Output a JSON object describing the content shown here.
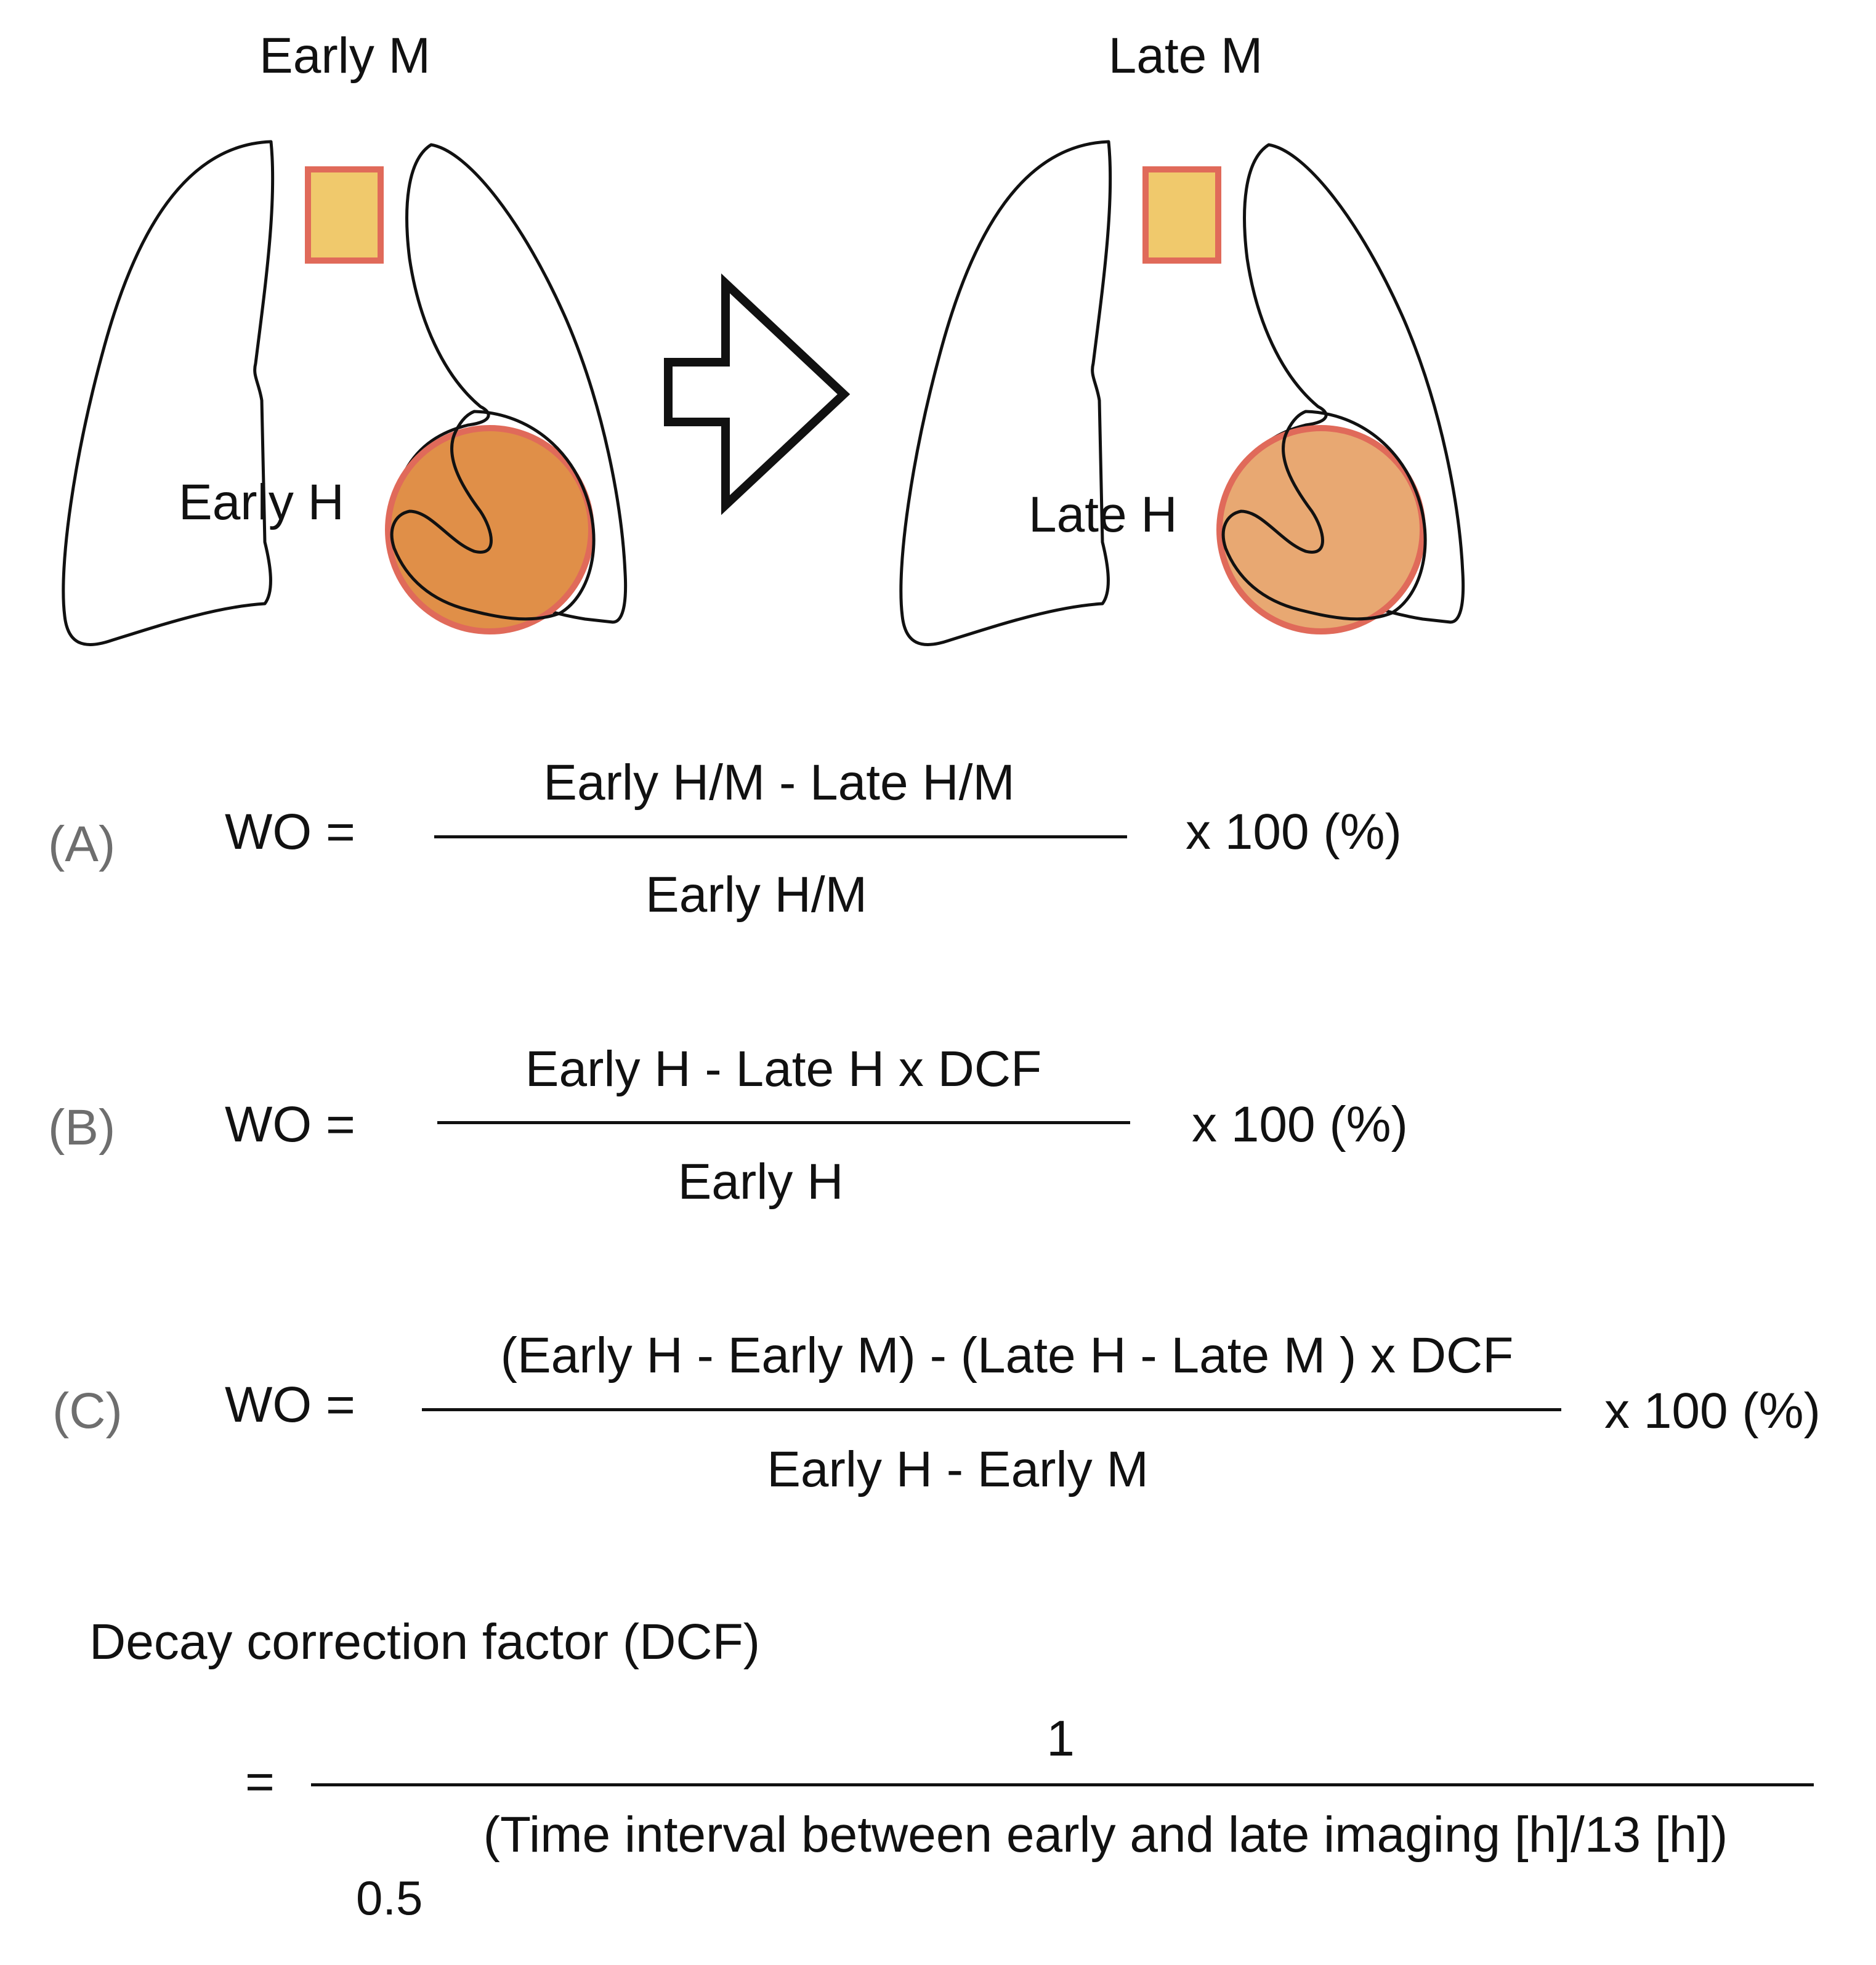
{
  "diagram": {
    "early_panel": {
      "top_label": "Early M",
      "heart_label": "Early H"
    },
    "late_panel": {
      "top_label": "Late M",
      "heart_label": "Late H"
    }
  },
  "colors": {
    "mediastinum_fill": "#f0c96c",
    "mediastinum_stroke": "#e06a5a",
    "early_heart_fill": "#e08f48",
    "late_heart_fill": "#e8a872",
    "heart_stroke": "#e06a5a",
    "outline": "#111111"
  },
  "formulas": {
    "A": {
      "label": "(A)",
      "lhs": "WO =",
      "numerator": "Early H/M - Late H/M",
      "denominator": "Early H/M",
      "multiplier": "x 100 (%)"
    },
    "B": {
      "label": "(B)",
      "lhs": "WO =",
      "numerator": "Early H - Late H x DCF",
      "denominator": "Early H",
      "multiplier": "x 100 (%)"
    },
    "C": {
      "label": "(C)",
      "lhs": "WO =",
      "numerator": "(Early H - Early M) -  (Late H - Late M ) x DCF",
      "denominator": "Early H - Early M",
      "multiplier": "x 100 (%)"
    }
  },
  "dcf": {
    "title": "Decay correction factor (DCF)",
    "equals": "=",
    "numerator": "1",
    "denominator": "(Time interval between early and late imaging [h]/13 [h])",
    "exponent": "0.5"
  }
}
